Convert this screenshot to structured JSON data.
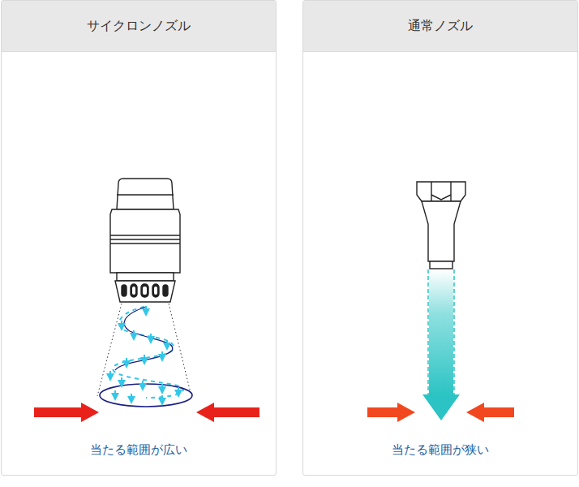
{
  "diagram": {
    "nodes": [
      {
        "text": [
          "サイクロンノズル",
          "当たる範囲が広い"
        ]
      },
      {
        "text": [
          "通常ノズル",
          "当たる範囲が狭い"
        ]
      }
    ]
  }
}
